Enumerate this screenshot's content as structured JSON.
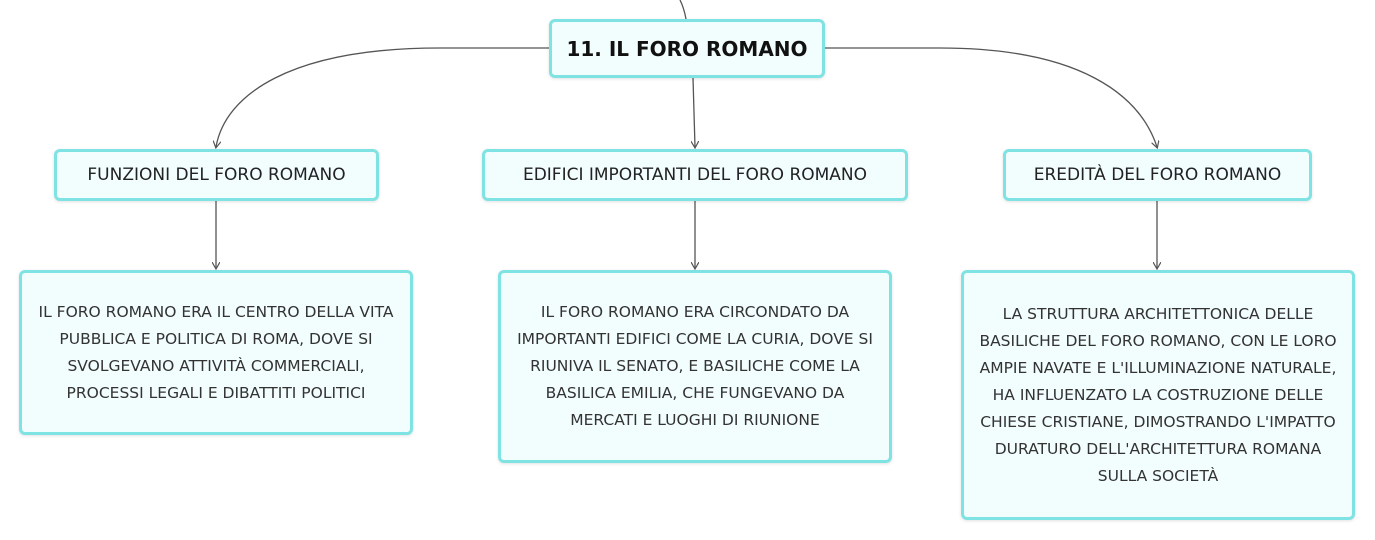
{
  "colors": {
    "node_border": "#7fe3e3",
    "node_fill": "#f2fdfd",
    "connector": "#555555"
  },
  "map": {
    "root": {
      "label": "11. IL FORO ROMANO"
    },
    "topics": [
      {
        "label": "FUNZIONI DEL FORO ROMANO",
        "description": "IL FORO ROMANO ERA IL CENTRO DELLA VITA PUBBLICA E POLITICA DI ROMA, DOVE SI SVOLGEVANO ATTIVITÀ COMMERCIALI, PROCESSI LEGALI E DIBATTITI POLITICI"
      },
      {
        "label": "EDIFICI IMPORTANTI DEL FORO ROMANO",
        "description": "IL FORO ROMANO ERA CIRCONDATO DA IMPORTANTI EDIFICI COME LA CURIA, DOVE SI RIUNIVA IL SENATO, E BASILICHE COME LA BASILICA EMILIA, CHE FUNGEVANO DA MERCATI E LUOGHI DI RIUNIONE"
      },
      {
        "label": "EREDITÀ DEL FORO ROMANO",
        "description": "LA STRUTTURA ARCHITETTONICA DELLE BASILICHE DEL FORO ROMANO, CON LE LORO AMPIE NAVATE E L'ILLUMINAZIONE NATURALE, HA INFLUENZATO LA COSTRUZIONE DELLE CHIESE CRISTIANE, DIMOSTRANDO L'IMPATTO DURATURO DELL'ARCHITETTURA ROMANA SULLA SOCIETÀ"
      }
    ]
  }
}
